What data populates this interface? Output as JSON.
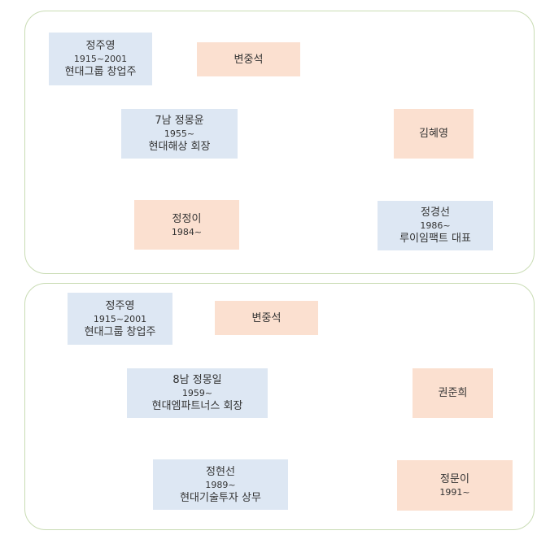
{
  "panel1": {
    "grandfather": {
      "name": "정주영",
      "years": "1915~2001",
      "title": "현대그룹 창업주"
    },
    "grandmother": {
      "name": "변중석"
    },
    "father": {
      "name": "7남 정몽윤",
      "years": "1955~",
      "title": "현대해상 회장"
    },
    "mother": {
      "name": "김혜영"
    },
    "child1": {
      "name": "정정이",
      "years": "1984~"
    },
    "child2": {
      "name": "정경선",
      "years": "1986~",
      "title": "루이임팩트 대표"
    }
  },
  "panel2": {
    "grandfather": {
      "name": "정주영",
      "years": "1915~2001",
      "title": "현대그룹 창업주"
    },
    "grandmother": {
      "name": "변중석"
    },
    "father": {
      "name": "8남 정몽일",
      "years": "1959~",
      "title": "현대엠파트너스 회장"
    },
    "mother": {
      "name": "권준희"
    },
    "child1": {
      "name": "정현선",
      "years": "1989~",
      "title": "현대기술투자 상무"
    },
    "child2": {
      "name": "정문이",
      "years": "1991~"
    }
  },
  "colors": {
    "male_box": "#dde7f3",
    "female_box": "#fbe0d0",
    "spouse_line": "#e0a070",
    "child_line": "#3a5f9e",
    "panel_border": "#c9dcb4"
  }
}
